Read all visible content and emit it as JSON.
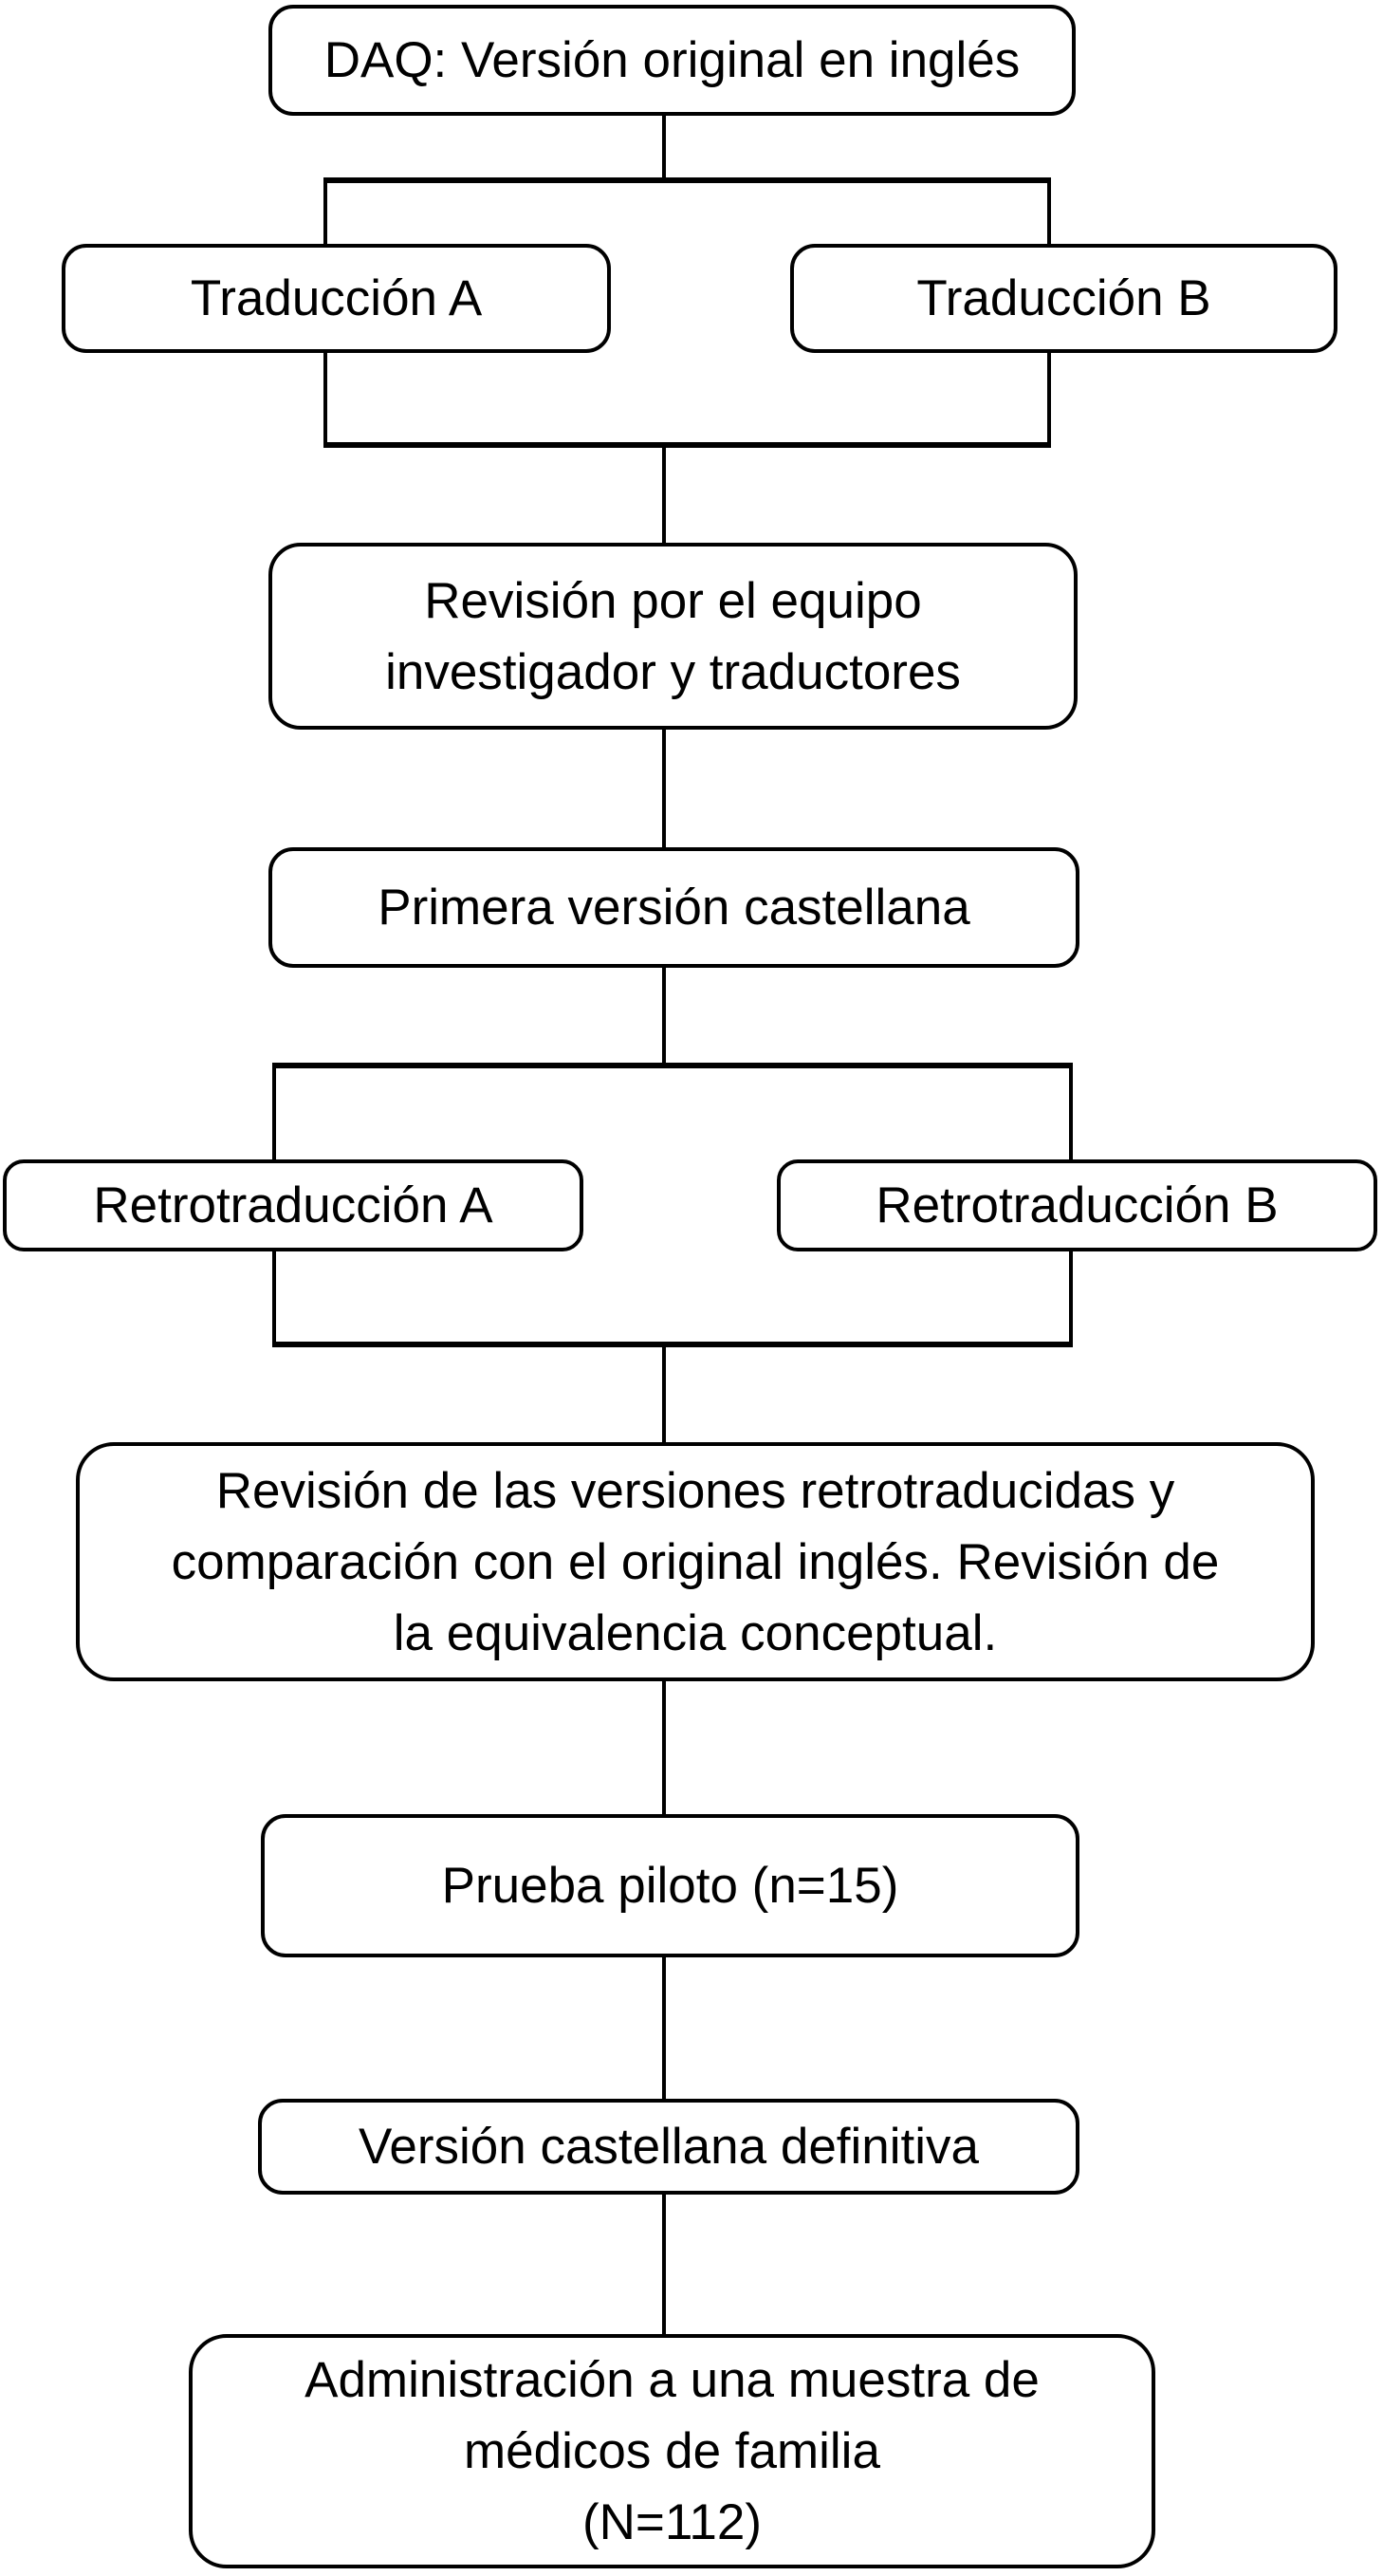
{
  "figure": {
    "background_color": "#ffffff",
    "box_fill_color": "#ffffff",
    "line_color": "#000000",
    "text_color": "#000000"
  },
  "nodes": {
    "daq": {
      "label": "DAQ: Versión original en inglés"
    },
    "traduccion_a": {
      "label": "Traducción A"
    },
    "traduccion_b": {
      "label": "Traducción B"
    },
    "revision_equipo": {
      "label": "Revisión por el equipo\ninvestigador y traductores"
    },
    "primera_version": {
      "label": "Primera versión castellana"
    },
    "retrotraduccion_a": {
      "label": "Retrotraducción A"
    },
    "retrotraduccion_b": {
      "label": "Retrotraducción B"
    },
    "revision_retrotraducidas": {
      "label": "Revisión de las versiones retrotraducidas y\ncomparación con el original inglés. Revisión de\nla equivalencia conceptual."
    },
    "prueba_piloto": {
      "label": "Prueba piloto (n=15)"
    },
    "version_definitiva": {
      "label": "Versión castellana definitiva"
    },
    "administracion": {
      "label": "Administración a una muestra de\nmédicos de familia\n(N=112)"
    }
  },
  "edges": [
    {
      "from": "daq",
      "to": "traduccion_a"
    },
    {
      "from": "daq",
      "to": "traduccion_b"
    },
    {
      "from": "traduccion_a",
      "to": "revision_equipo"
    },
    {
      "from": "traduccion_b",
      "to": "revision_equipo"
    },
    {
      "from": "revision_equipo",
      "to": "primera_version"
    },
    {
      "from": "primera_version",
      "to": "retrotraduccion_a"
    },
    {
      "from": "primera_version",
      "to": "retrotraduccion_b"
    },
    {
      "from": "retrotraduccion_a",
      "to": "revision_retrotraducidas"
    },
    {
      "from": "retrotraduccion_b",
      "to": "revision_retrotraducidas"
    },
    {
      "from": "revision_retrotraducidas",
      "to": "prueba_piloto"
    },
    {
      "from": "prueba_piloto",
      "to": "version_definitiva"
    },
    {
      "from": "version_definitiva",
      "to": "administracion"
    }
  ]
}
